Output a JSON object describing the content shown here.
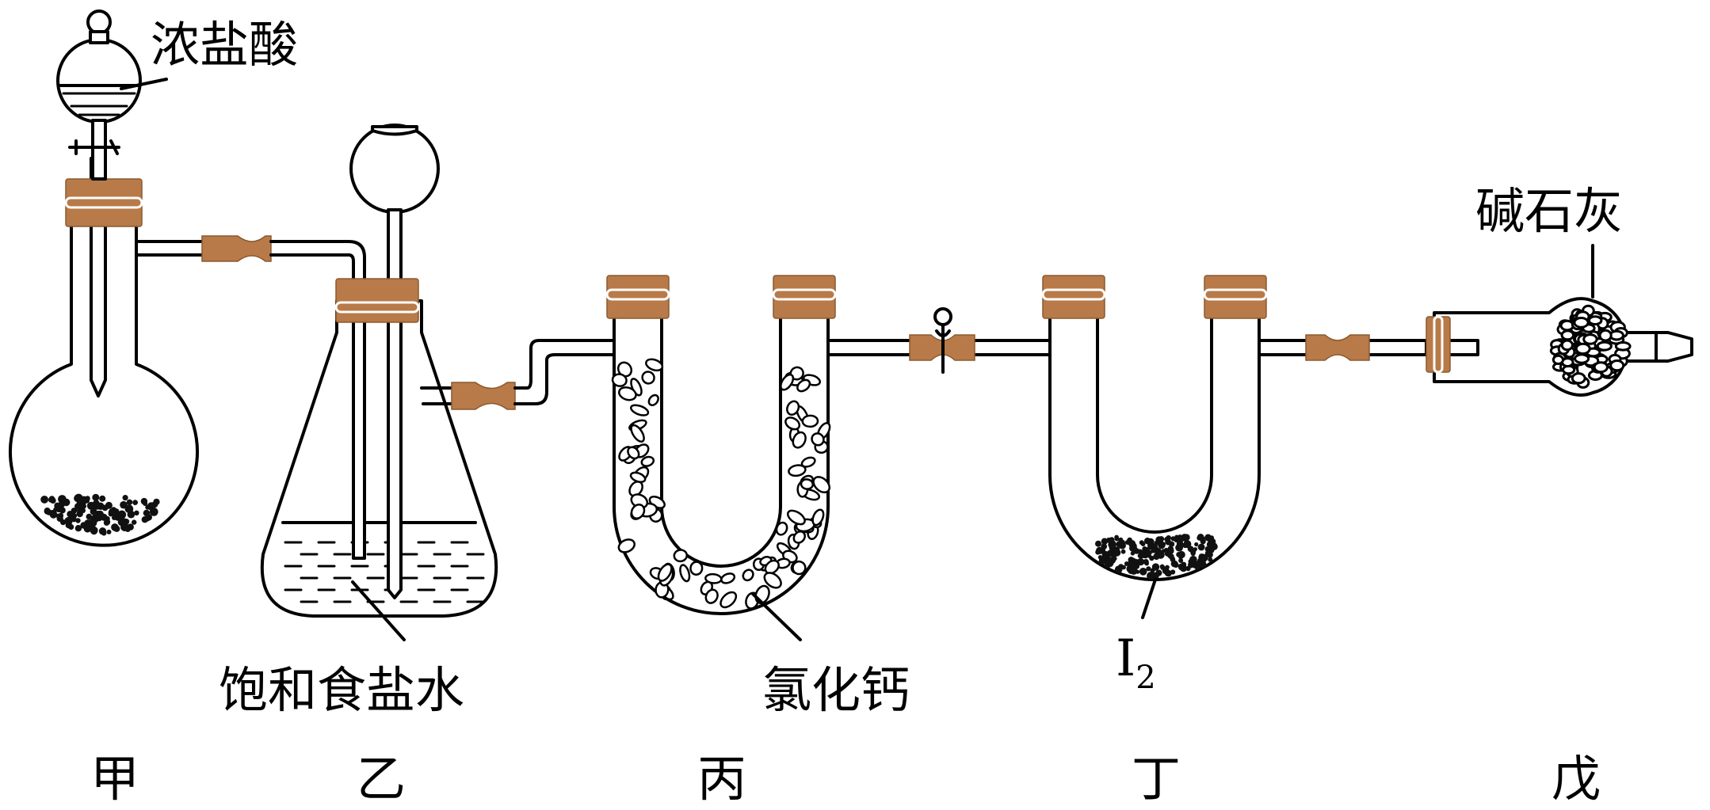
{
  "labels": {
    "concentrated_hcl": "浓盐酸",
    "saturated_brine": "饱和食盐水",
    "calcium_chloride": "氯化钙",
    "iodine_main": "I",
    "iodine_sub": "2",
    "soda_lime": "碱石灰"
  },
  "apparatus_names": {
    "jia": "甲",
    "yi": "乙",
    "bing": "丙",
    "ding": "丁",
    "wu": "戊"
  },
  "colors": {
    "stopper": "#B87A48",
    "outline": "#000000",
    "background": "#FFFFFF"
  }
}
